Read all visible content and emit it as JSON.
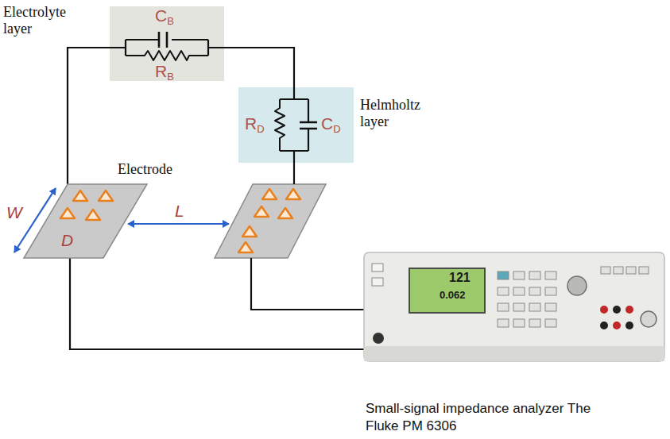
{
  "diagram": {
    "nodes": [
      {
        "text": [
          "Electrolyte layer",
          "CB",
          "RB"
        ]
      },
      {
        "text": [
          "RD",
          "CD",
          "Helmholtz layer"
        ]
      },
      {
        "text": [
          "Electrode"
        ]
      },
      {
        "text": [
          "Small-signal impedance analyzer The Fluke PM 6306"
        ]
      }
    ],
    "edges": [
      {
        "from": 2,
        "to": 0,
        "arrow": "none"
      },
      {
        "from": 0,
        "to": 1,
        "arrow": "none"
      },
      {
        "from": 2,
        "to": 3,
        "arrow": "none"
      }
    ],
    "labels": [
      "W",
      "D",
      "L",
      "121",
      "0.062"
    ]
  }
}
